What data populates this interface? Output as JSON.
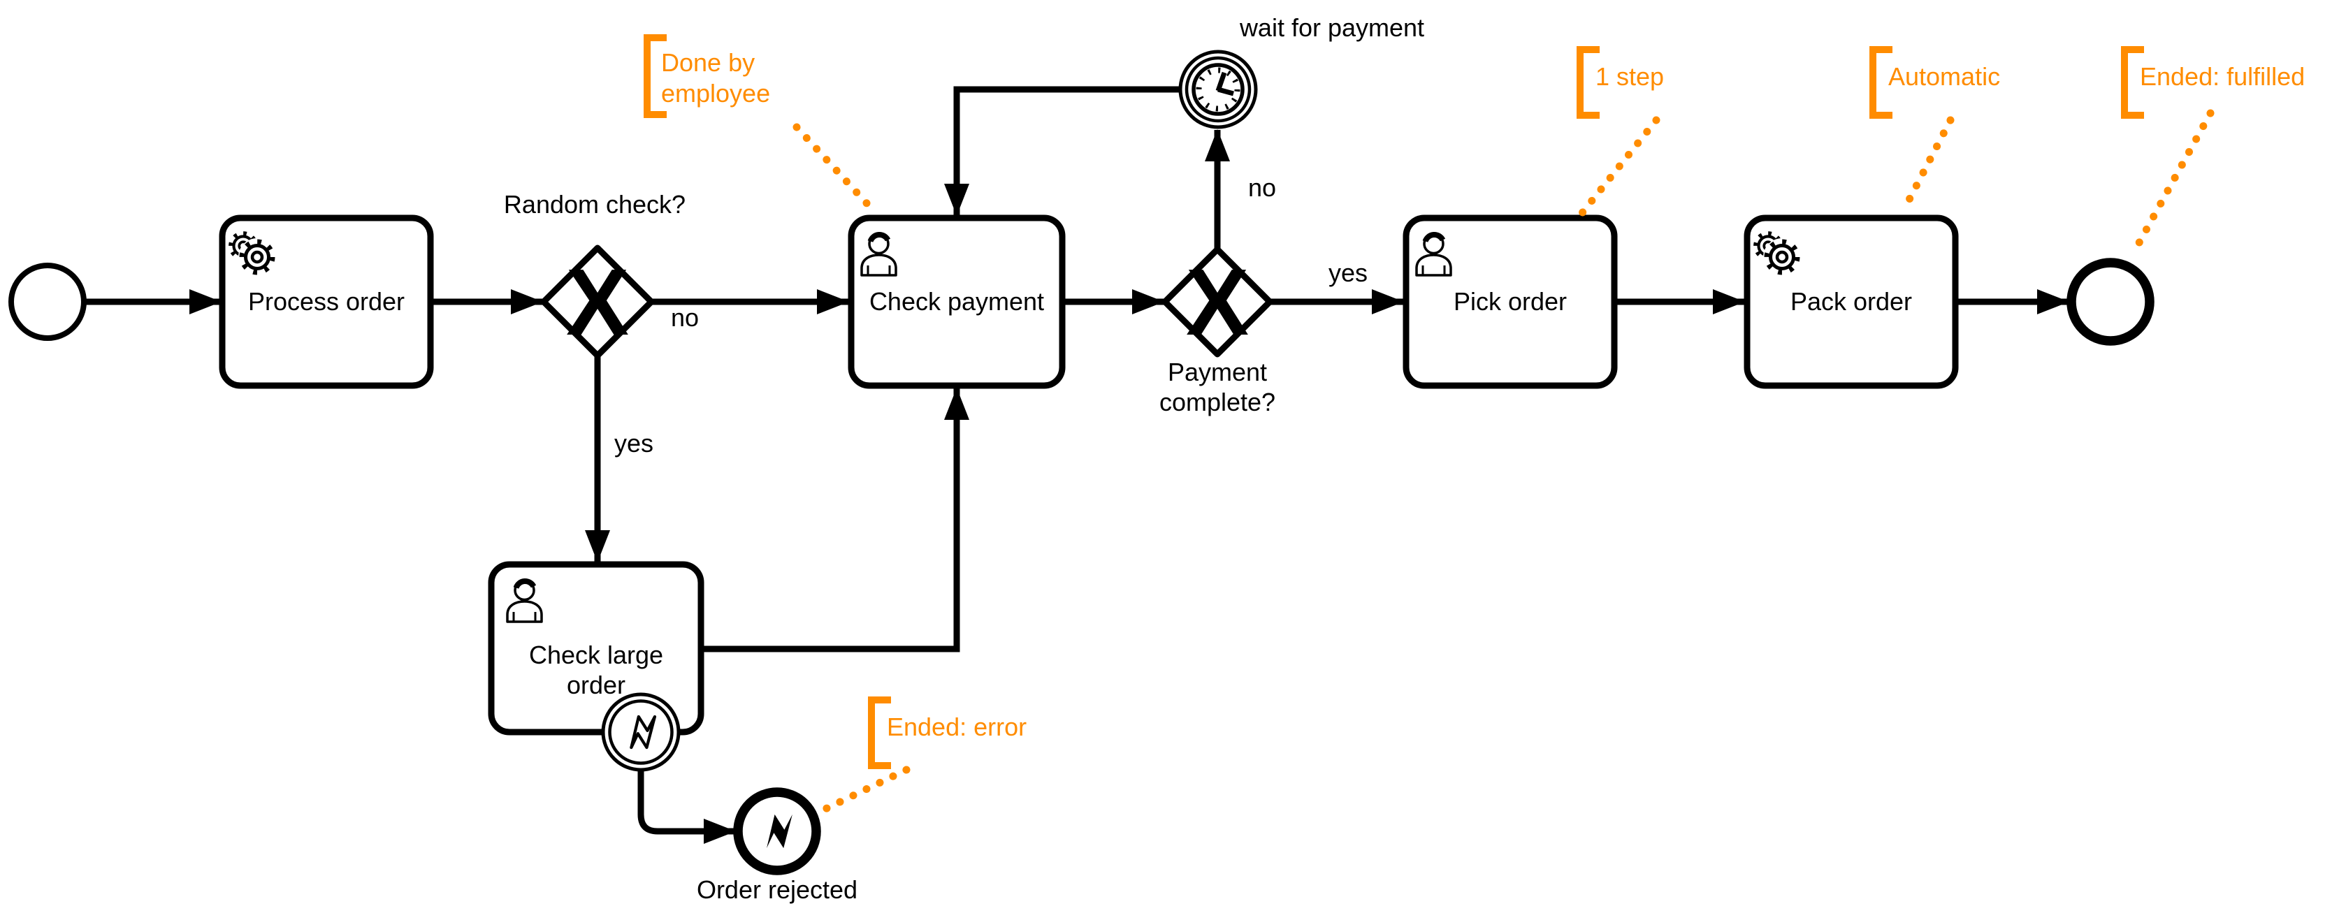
{
  "tasks": {
    "process_order": {
      "label": "Process order",
      "type_icon": "service-gears-icon"
    },
    "check_payment": {
      "label": "Check payment",
      "type_icon": "user-icon"
    },
    "check_large_order": {
      "label_line1": "Check large",
      "label_line2": "order",
      "type_icon": "user-icon"
    },
    "pick_order": {
      "label": "Pick order",
      "type_icon": "user-icon"
    },
    "pack_order": {
      "label": "Pack order",
      "type_icon": "service-gears-icon"
    }
  },
  "gateways": {
    "random_check": {
      "label": "Random check?",
      "symbol": "X"
    },
    "payment_complete": {
      "label_line1": "Payment",
      "label_line2": "complete?",
      "symbol": "X"
    }
  },
  "events": {
    "timer": {
      "label": "wait for payment",
      "icon": "clock-icon"
    },
    "order_rejected": {
      "label": "Order rejected",
      "icon": "lightning-icon"
    }
  },
  "flow_labels": {
    "random_check_no": "no",
    "random_check_yes": "yes",
    "payment_complete_no": "no",
    "payment_complete_yes": "yes"
  },
  "annotations": {
    "color": "#FF8C00",
    "done_by_employee": {
      "line1": "Done by",
      "line2": "employee"
    },
    "one_step": {
      "label": "1 step"
    },
    "automatic": {
      "label": "Automatic"
    },
    "ended_fulfilled": {
      "label": "Ended: fulfilled"
    },
    "ended_error": {
      "label": "Ended: error"
    }
  }
}
